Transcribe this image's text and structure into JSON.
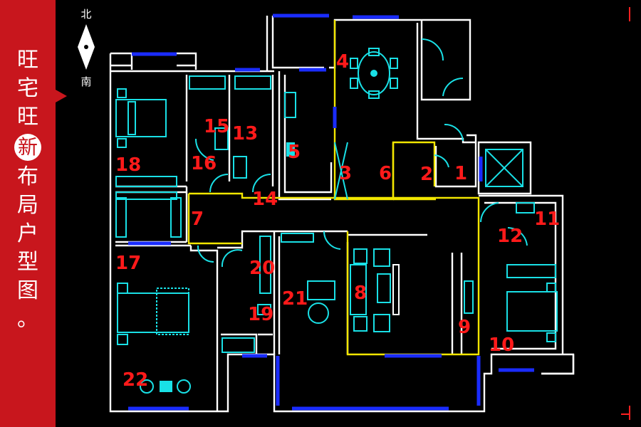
{
  "banner": {
    "chars": [
      "旺",
      "宅",
      "旺",
      "新",
      "布",
      "局",
      "户",
      "型",
      "图",
      "。"
    ],
    "highlight_index": 3,
    "background_color": "#c8161d"
  },
  "compass": {
    "north": "北",
    "south": "南"
  },
  "room_numbers": [
    "1",
    "2",
    "3",
    "4",
    "5",
    "6",
    "7",
    "8",
    "9",
    "10",
    "11",
    "12",
    "13",
    "14",
    "15",
    "16",
    "17",
    "18",
    "19",
    "20",
    "21",
    "22"
  ],
  "colors": {
    "walls": "#ffffff",
    "windows": "#1a2cff",
    "furniture": "#19e0e6",
    "highlight_zone": "#f2e600",
    "labels": "#ff1a1a",
    "background": "#000000"
  }
}
